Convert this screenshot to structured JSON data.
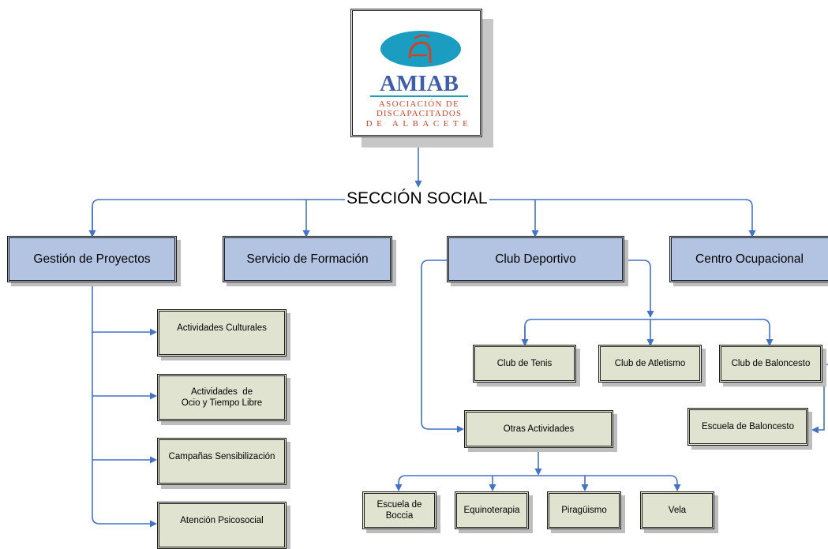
{
  "logo": {
    "name": "AMIAB",
    "tagline_lines": [
      "ASOCIACIÓN DE",
      "DISCAPACITADOS",
      "DE ALBACETE"
    ],
    "colors": {
      "oval": "#1a9dc0",
      "text": "#3f5eaa",
      "mark": "#c9462e",
      "rule": "#1a9dc0"
    }
  },
  "heading": "SECCIÓN SOCIAL",
  "departments": [
    {
      "label": "Gestión de Proyectos"
    },
    {
      "label": "Servicio de Formación"
    },
    {
      "label": "Club Deportivo"
    },
    {
      "label": "Centro Ocupacional"
    }
  ],
  "gestion_activities": [
    {
      "line1": "Actividades Culturales",
      "line2": ""
    },
    {
      "line1": "Actividades  de",
      "line2": "Ocio y Tiempo Libre"
    },
    {
      "line1": "Campañas Sensibilización",
      "line2": ""
    },
    {
      "line1": "Atención Psicosocial",
      "line2": ""
    }
  ],
  "clubs": [
    {
      "label": "Club de Tenis"
    },
    {
      "label": "Club de Atletismo"
    },
    {
      "label": "Club de Baloncesto"
    }
  ],
  "otras": {
    "label": "Otras Actividades"
  },
  "escuela_baloncesto": {
    "label": "Escuela de Baloncesto"
  },
  "otras_children": [
    {
      "line1": "Escuela de",
      "line2": "Boccia"
    },
    {
      "line1": "Equinoterapia",
      "line2": ""
    },
    {
      "line1": "Piragüismo",
      "line2": ""
    },
    {
      "line1": "Vela",
      "line2": ""
    }
  ],
  "colors": {
    "department_fill": "#b3c4e3",
    "activity_fill": "#dfe3cf",
    "connector": "#4472c4",
    "shadow": "#bdbdbd"
  }
}
